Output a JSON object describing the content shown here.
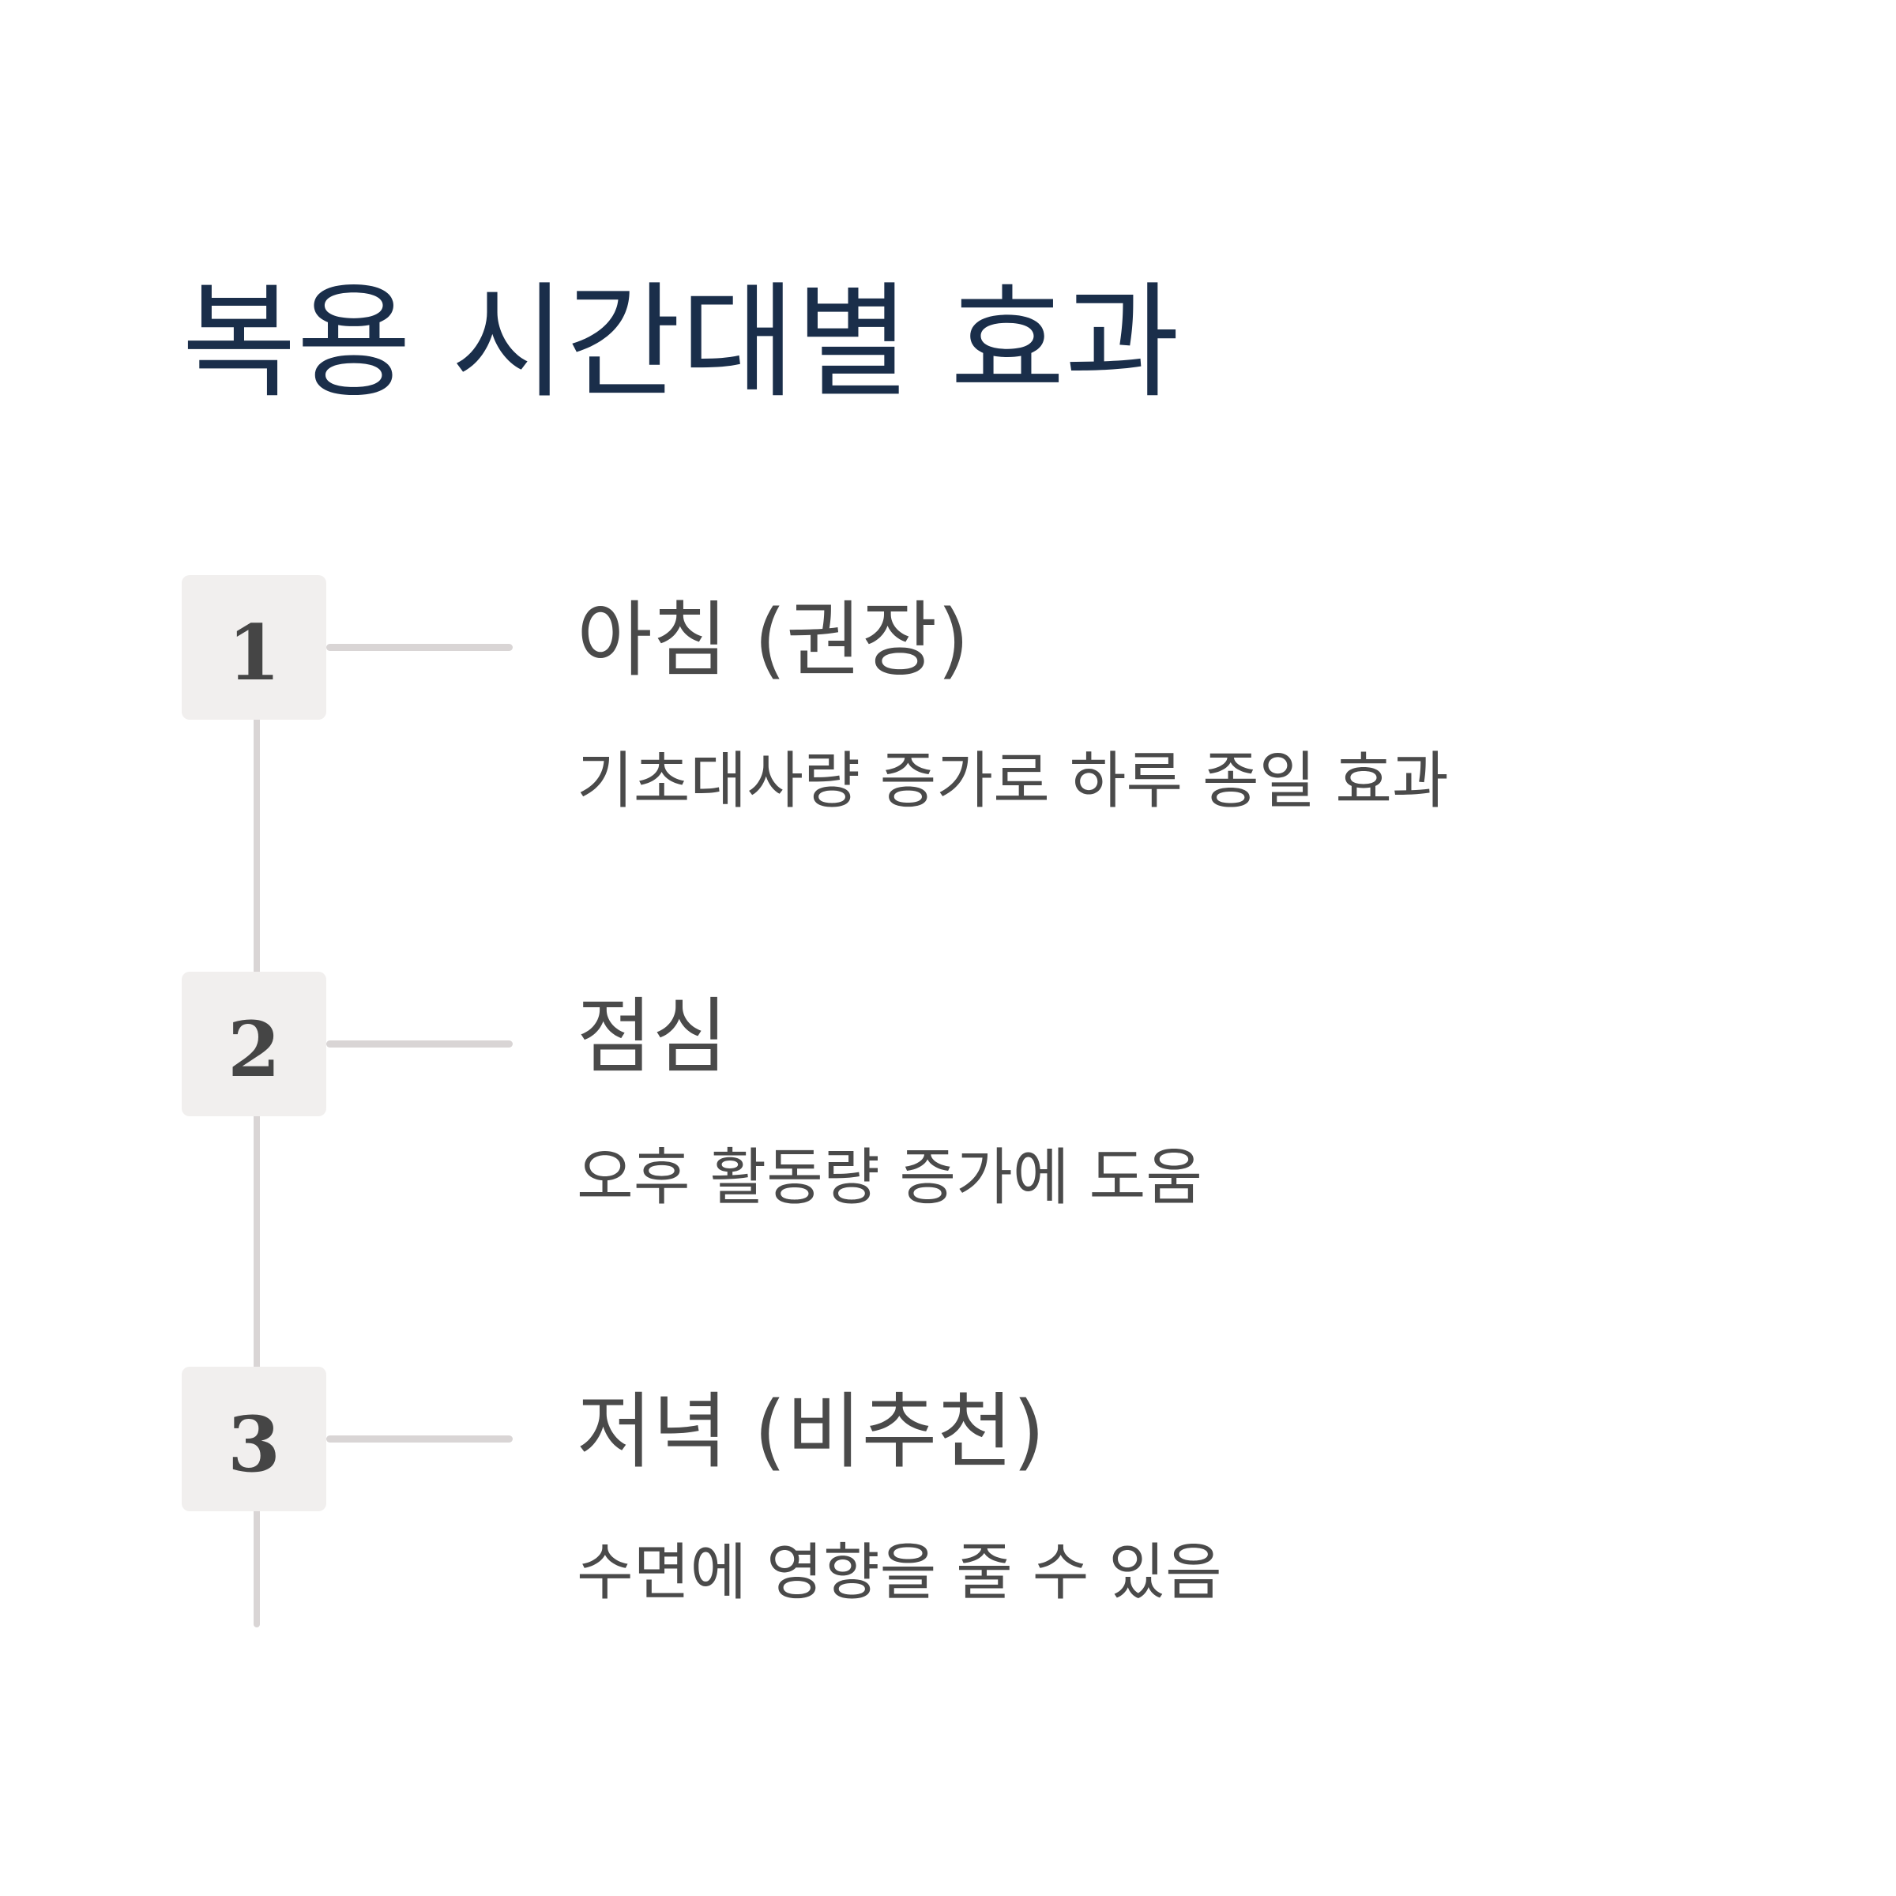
{
  "title": "복용 시간대별 효과",
  "steps": [
    {
      "number": "1",
      "title": "아침 (권장)",
      "description": "기초대사량 증가로 하루 종일 효과"
    },
    {
      "number": "2",
      "title": "점심",
      "description": "오후 활동량 증가에 도움"
    },
    {
      "number": "3",
      "title": "저녁 (비추천)",
      "description": "수면에 영향을 줄 수 있음"
    }
  ],
  "colors": {
    "title": "#1a2e4a",
    "text": "#4a4a4a",
    "box": "#f1efee",
    "line": "#d9d5d5"
  }
}
